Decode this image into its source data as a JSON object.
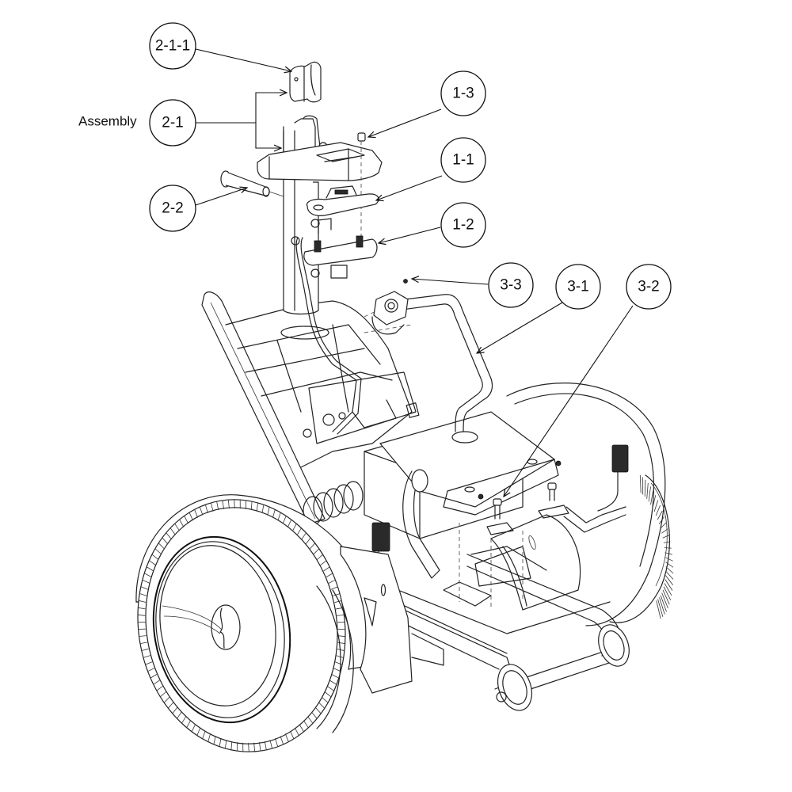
{
  "diagram": {
    "type": "exploded parts diagram",
    "subject": "power wheelchair base with tiller / control column",
    "note_label": "Assembly",
    "callouts": [
      {
        "id": "2-1-1",
        "label": "2-1-1",
        "part": "column top sleeve"
      },
      {
        "id": "2-1",
        "label": "2-1",
        "part": "column assembly",
        "grouped_with_note": true
      },
      {
        "id": "2-2",
        "label": "2-2",
        "part": "pivot pin"
      },
      {
        "id": "1-3",
        "label": "1-3",
        "part": "screw"
      },
      {
        "id": "1-1",
        "label": "1-1",
        "part": "console bracket"
      },
      {
        "id": "1-2",
        "label": "1-2",
        "part": "lower console tray"
      },
      {
        "id": "3-3",
        "label": "3-3",
        "part": "screw"
      },
      {
        "id": "3-1",
        "label": "3-1",
        "part": "handle bar"
      },
      {
        "id": "3-2",
        "label": "3-2",
        "part": "bolt"
      }
    ]
  }
}
